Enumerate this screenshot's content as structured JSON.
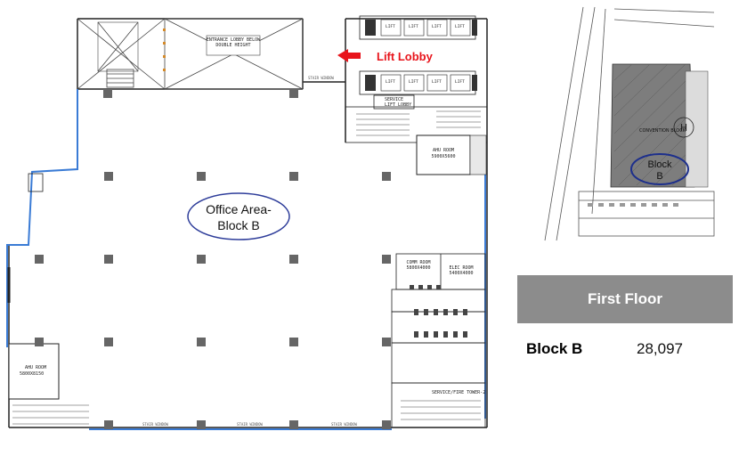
{
  "plan": {
    "rooms": {
      "entrance_lobby_l1": "ENTRANCE LOBBY BELOW",
      "entrance_lobby_l2": "DOUBLE HEIGHT",
      "service_lift_lobby_l1": "SERVICE",
      "service_lift_lobby_l2": "LIFT LOBBY",
      "ahu_room_top": "AHU ROOM",
      "ahu_room_top_size": "5900X5600",
      "ahu_room_left": "AHU ROOM",
      "ahu_room_left_size": "5800X8150",
      "comm_room": "COMM ROOM",
      "comm_room_size": "5800X4000",
      "elec_room": "ELEC ROOM",
      "elec_room_size": "5400X4000",
      "service_tower": "SERVICE/FIRE TOWER-2",
      "lift_label": "LIFT"
    },
    "labels": {
      "lift_lobby": "Lift Lobby",
      "office_area_l1": "Office Area-",
      "office_area_l2": "Block B"
    },
    "colors": {
      "callout_red": "#e8141b",
      "ellipse_blue": "#2e3d9a",
      "wall_blue": "#3a7bd5"
    }
  },
  "site": {
    "block_label_l1": "Block",
    "block_label_l2": "B",
    "building_label": "CONVENTION BLOCK"
  },
  "info": {
    "floor": "First Floor",
    "block": "Block B",
    "area": "28,097"
  }
}
